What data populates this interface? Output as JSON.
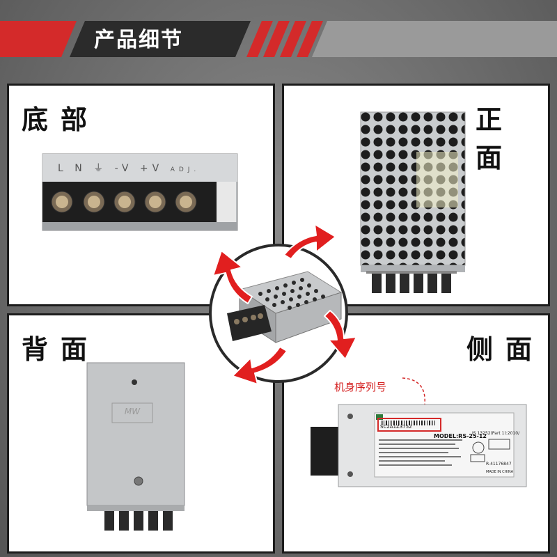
{
  "header": {
    "title": "产品细节"
  },
  "panels": {
    "bottom": {
      "label": "底部",
      "terminal_markings": [
        "L",
        "N",
        "⏚",
        "-V",
        "+V",
        "ADJ."
      ]
    },
    "front": {
      "label": "正面"
    },
    "back": {
      "label": "背面"
    },
    "side": {
      "label": "侧面",
      "serial_callout": "机身序列号",
      "model": "MODEL:RS-25-12",
      "serial": "SC2A1Z3752",
      "standard": "IS 13252(Part 1):2010/",
      "rnumber": "R-41176847",
      "made_in": "MADE IN CHINA"
    }
  },
  "colors": {
    "accent_red": "#d42a2a",
    "panel_border": "#1c1c1c",
    "header_dark": "#2b2b2b"
  }
}
